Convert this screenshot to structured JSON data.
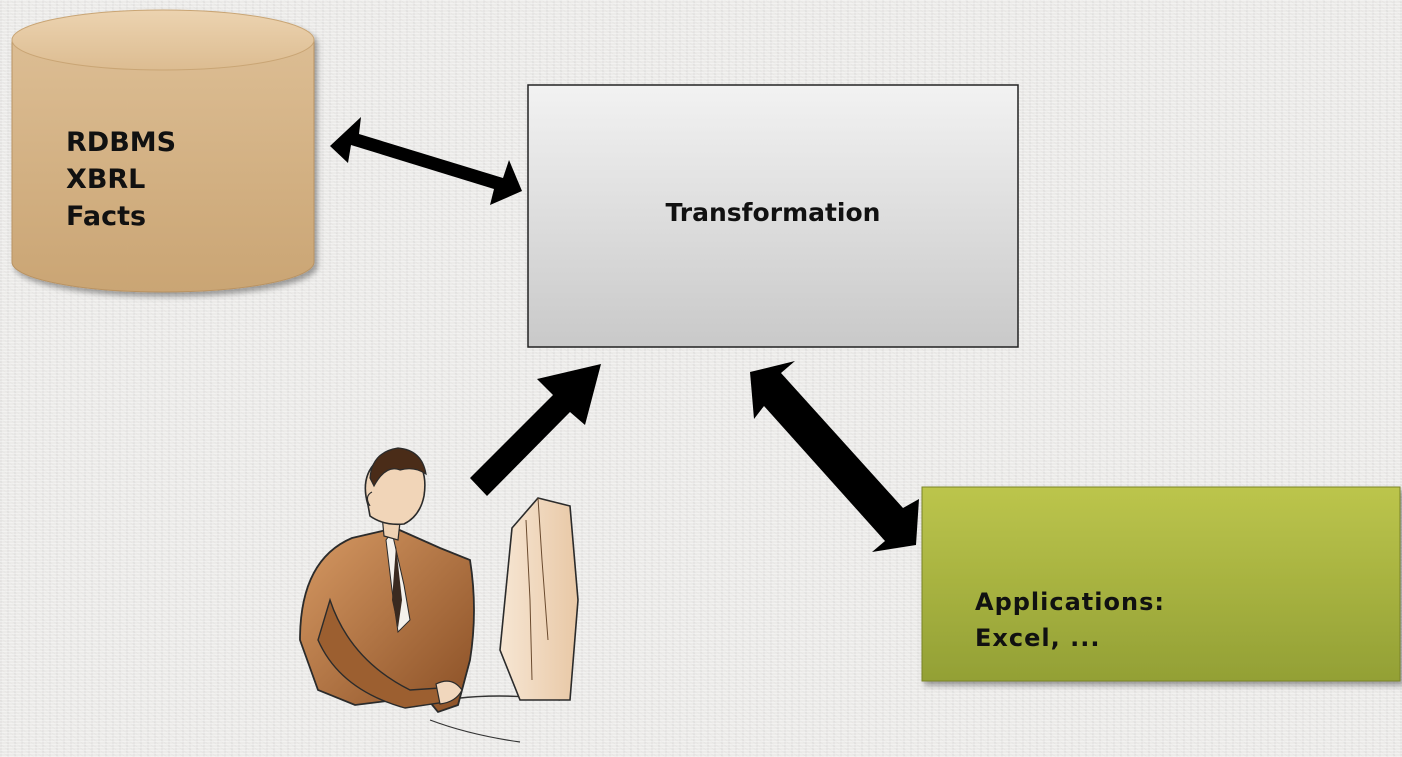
{
  "colors": {
    "background": "#ebeae8",
    "database_fill": "#d6b488",
    "database_top": "#e7cba4",
    "transformation_fill": "#dedede",
    "applications_fill": "#a8b23e",
    "arrow": "#000000",
    "person_suit": "#b06f3d"
  },
  "database": {
    "lines": [
      "RDBMS",
      "XBRL",
      "Facts"
    ]
  },
  "transformation": {
    "label": "Transformation"
  },
  "applications": {
    "lines": [
      "Applications:",
      "Excel, ..."
    ]
  },
  "user": {
    "icon": "person-at-computer-icon"
  },
  "connections": [
    {
      "from": "database",
      "to": "transformation",
      "style": "double-headed"
    },
    {
      "from": "user",
      "to": "transformation",
      "style": "single-headed"
    },
    {
      "from": "transformation",
      "to": "applications",
      "style": "double-headed"
    }
  ]
}
